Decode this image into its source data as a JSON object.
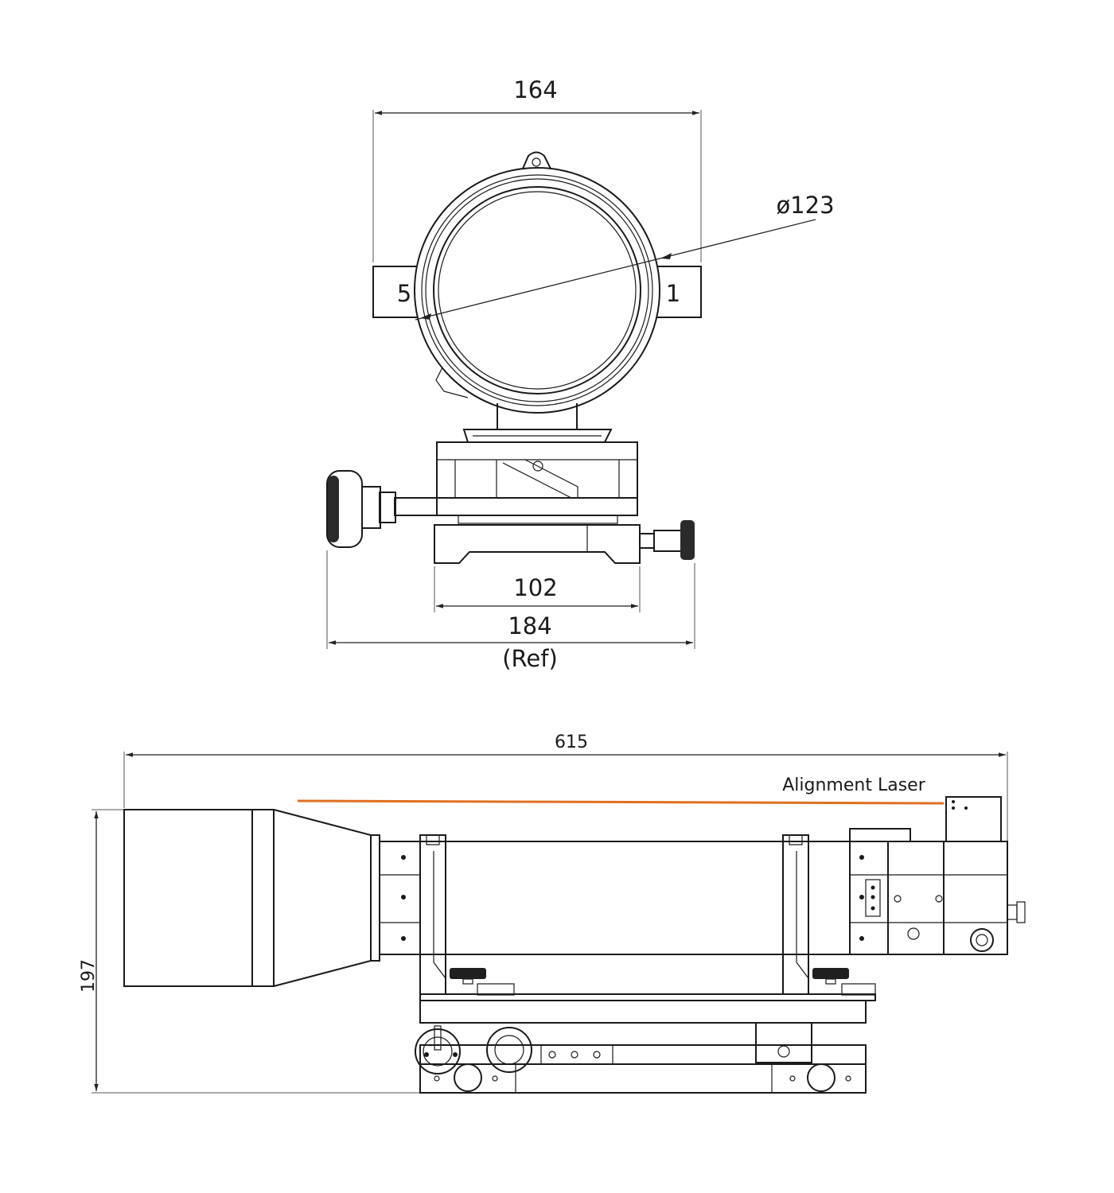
{
  "front_view": {
    "width_dim": "164",
    "diameter_dim": "ø123",
    "base_dim": "102",
    "overall_dim": "184",
    "overall_note": "(Ref)",
    "tab_left_label": "5",
    "tab_right_label": "1"
  },
  "side_view": {
    "length_dim": "615",
    "height_dim": "197",
    "laser_label": "Alignment Laser",
    "laser_color": "#e07020"
  }
}
